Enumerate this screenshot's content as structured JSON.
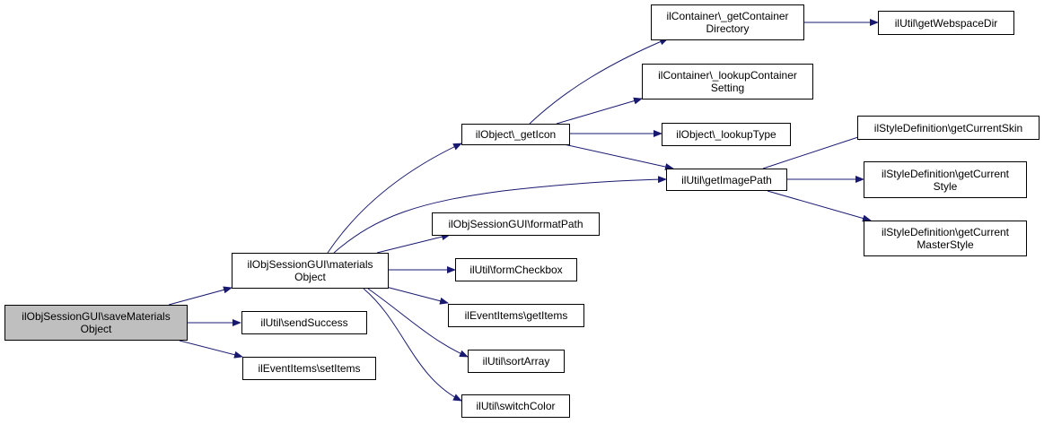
{
  "nodes": {
    "save_materials_object": "ilObjSessionGUI\\saveMaterials\nObject",
    "materials_object": "ilObjSessionGUI\\materials\nObject",
    "send_success": "ilUtil\\sendSuccess",
    "set_items": "ilEventItems\\setItems",
    "get_icon": "ilObject\\_getIcon",
    "format_path": "ilObjSessionGUI\\formatPath",
    "form_checkbox": "ilUtil\\formCheckbox",
    "get_items": "ilEventItems\\getItems",
    "sort_array": "ilUtil\\sortArray",
    "switch_color": "ilUtil\\switchColor",
    "get_container_directory": "ilContainer\\_getContainer\nDirectory",
    "lookup_container_setting": "ilContainer\\_lookupContainer\nSetting",
    "lookup_type": "ilObject\\_lookupType",
    "get_image_path": "ilUtil\\getImagePath",
    "get_webspace_dir": "ilUtil\\getWebspaceDir",
    "get_current_skin": "ilStyleDefinition\\getCurrentSkin",
    "get_current_style": "ilStyleDefinition\\getCurrent\nStyle",
    "get_current_master_style": "ilStyleDefinition\\getCurrent\nMasterStyle"
  },
  "colors": {
    "edge": "#191970",
    "root_fill": "#bfbfbf"
  }
}
